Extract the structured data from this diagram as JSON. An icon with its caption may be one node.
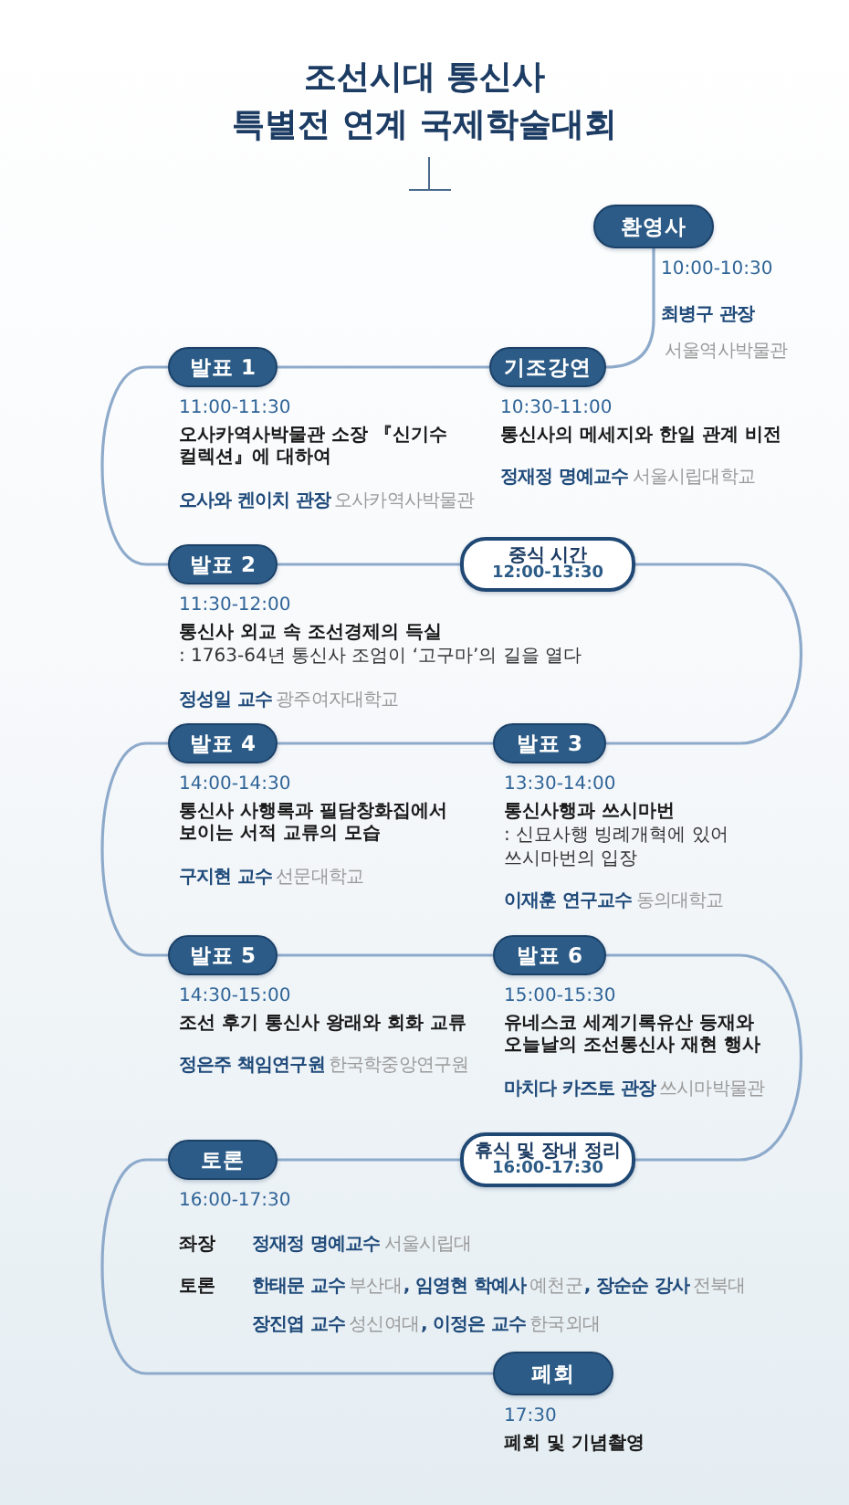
{
  "diagram": {
    "title": "조선시대 통신사 특별전 연계 국제학술대회",
    "nodes": [
      {
        "text": [
          "환영사"
        ],
        "beside": [
          "10:00-10:30",
          "최병구 관장",
          "서울역사박물관"
        ]
      },
      {
        "text": [
          "기조강연"
        ],
        "beside": [
          "10:30-11:00",
          "통신사의 메세지와 한일 관계 비전",
          "정재정 명예교수",
          "서울시립대학교"
        ]
      },
      {
        "text": [
          "발표 1"
        ],
        "beside": [
          "11:00-11:30",
          "오사카역사박물관 소장 『신기수 컬렉션』에 대하여",
          "오사와 켄이치 관장",
          "오사카역사박물관"
        ]
      },
      {
        "text": [
          "발표 2"
        ],
        "beside": [
          "11:30-12:00",
          "통신사 외교 속 조선경제의 득실",
          ": 1763-64년 통신사 조엄이 ‘고구마’의 길을 열다",
          "정성일 교수",
          "광주여자대학교"
        ]
      },
      {
        "text": [
          "중식 시간",
          "12:00-13:30"
        ]
      },
      {
        "text": [
          "발표 3"
        ],
        "beside": [
          "13:30-14:00",
          "통신사행과 쓰시마번",
          ": 신묘사행 빙례개혁에 있어 쓰시마번의 입장",
          "이재훈 연구교수",
          "동의대학교"
        ]
      },
      {
        "text": [
          "발표 4"
        ],
        "beside": [
          "14:00-14:30",
          "통신사 사행록과 필담창화집에서 보이는 서적 교류의 모습",
          "구지현 교수",
          "선문대학교"
        ]
      },
      {
        "text": [
          "발표 5"
        ],
        "beside": [
          "14:30-15:00",
          "조선 후기 통신사 왕래와 회화 교류",
          "정은주 책임연구원",
          "한국학중앙연구원"
        ]
      },
      {
        "text": [
          "발표 6"
        ],
        "beside": [
          "15:00-15:30",
          "유네스코 세계기록유산 등재와 오늘날의 조선통신사 재현 행사",
          "마치다 카즈토 관장",
          "쓰시마박물관"
        ]
      },
      {
        "text": [
          "휴식 및 장내 정리",
          "16:00-17:30"
        ]
      },
      {
        "text": [
          "토론"
        ],
        "beside": [
          "16:00-17:30",
          "좌장",
          "정재정 명예교수",
          "서울시립대",
          "토론",
          "한태문 교수",
          "부산대",
          ", 임영현 학예사",
          "예천군",
          ", 장순순 강사",
          "전북대",
          "장진엽 교수",
          "성신여대",
          ", 이정은 교수",
          "한국외대"
        ]
      },
      {
        "text": [
          "폐회"
        ],
        "beside": [
          "17:30",
          "폐회 및 기념촬영"
        ]
      }
    ],
    "edges": [
      {
        "from": 0,
        "to": 1,
        "arrow": "none"
      },
      {
        "from": 1,
        "to": 2,
        "arrow": "none"
      },
      {
        "from": 2,
        "to": 3,
        "arrow": "none"
      },
      {
        "from": 3,
        "to": 4,
        "arrow": "none"
      },
      {
        "from": 4,
        "to": 5,
        "arrow": "none"
      },
      {
        "from": 5,
        "to": 6,
        "arrow": "none"
      },
      {
        "from": 6,
        "to": 7,
        "arrow": "none"
      },
      {
        "from": 7,
        "to": 8,
        "arrow": "none"
      },
      {
        "from": 8,
        "to": 9,
        "arrow": "none"
      },
      {
        "from": 9,
        "to": 10,
        "arrow": "none"
      },
      {
        "from": 10,
        "to": 11,
        "arrow": "none"
      }
    ]
  }
}
